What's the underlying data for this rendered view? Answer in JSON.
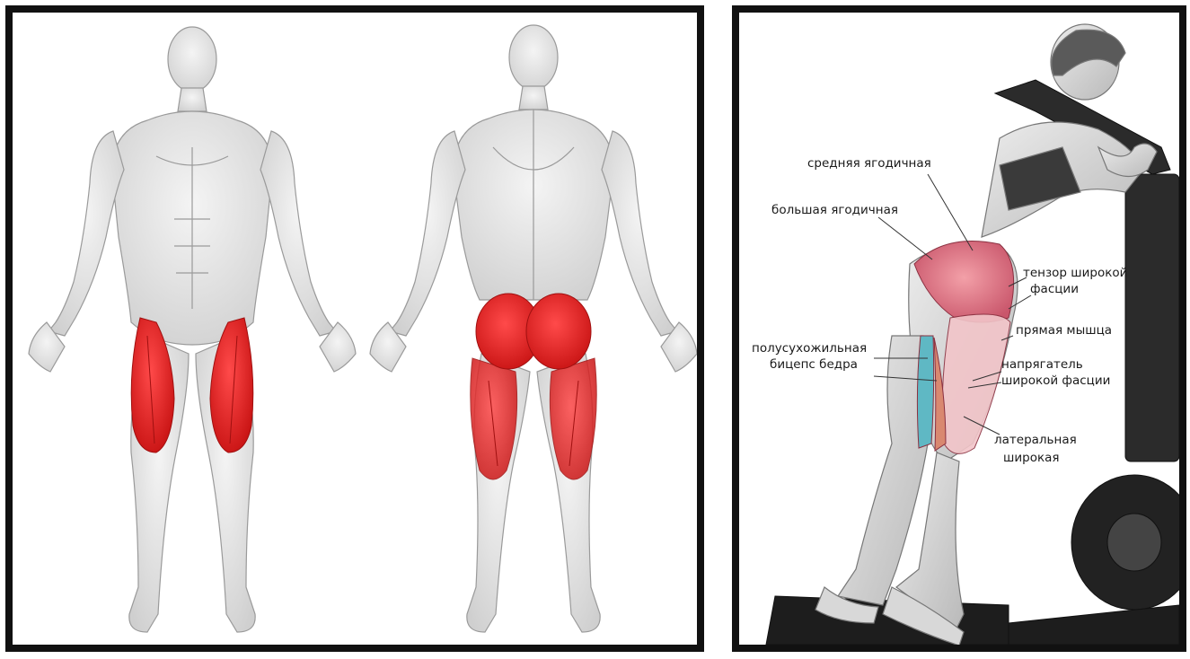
{
  "colors": {
    "muscle_highlight": "#e01e1e",
    "body": "#e4e4e4",
    "outline": "#9a9a9a",
    "frame": "#111111"
  },
  "left_panel": {
    "front_figure_highlight": "quadriceps",
    "back_figure_highlight": "gluteus-and-hamstrings"
  },
  "right_panel": {
    "labels": {
      "gluteus_medius": "средняя ягодичная",
      "gluteus_maximus": "большая ягодичная",
      "tensor_line1": "тензор широкой",
      "tensor_line2": "фасции",
      "rectus": "прямая мышца",
      "semitendinosus": "полусухожильная",
      "biceps_femoris": "бицепс бедра",
      "tensor2_line1": "напрягатель",
      "tensor2_line2": "широкой фасции",
      "vastus_line1": "латеральная",
      "vastus_line2": "широкая"
    }
  }
}
